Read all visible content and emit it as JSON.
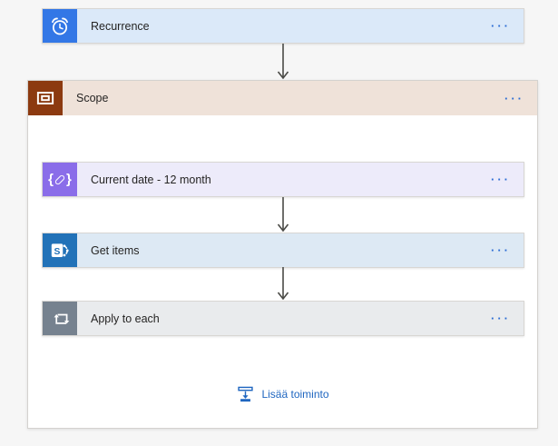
{
  "menu": {
    "ellipsis": "···"
  },
  "cards": {
    "recurrence": {
      "label": "Recurrence",
      "icon": "alarm-clock-icon"
    },
    "scope": {
      "label": "Scope",
      "icon": "scope-icon"
    },
    "compose": {
      "label": "Current date - 12 month",
      "icon": "compose-braces-icon"
    },
    "get_items": {
      "label": "Get items",
      "icon": "sharepoint-icon"
    },
    "apply_to_each": {
      "label": "Apply to each",
      "icon": "loop-icon"
    }
  },
  "add_action": {
    "label": "Lisää toiminto",
    "icon": "add-action-icon"
  },
  "colors": {
    "page_background": "#f6f6f6",
    "recurrence_icon_bg": "#3377e6",
    "recurrence_body_bg": "#dbe9f9",
    "scope_icon_bg": "#8c3a10",
    "scope_header_bg": "#efe2d9",
    "compose_icon_bg": "#8a6de9",
    "compose_body_bg": "#edebfa",
    "sharepoint_icon_bg": "#2272b8",
    "get_items_body_bg": "#dde9f4",
    "apply_icon_bg": "#76828f",
    "apply_body_bg": "#e9ebed",
    "link_blue": "#1f66c0",
    "menu_dots_blue": "#2b6cd4",
    "arrow_color": "#4a4a46"
  }
}
